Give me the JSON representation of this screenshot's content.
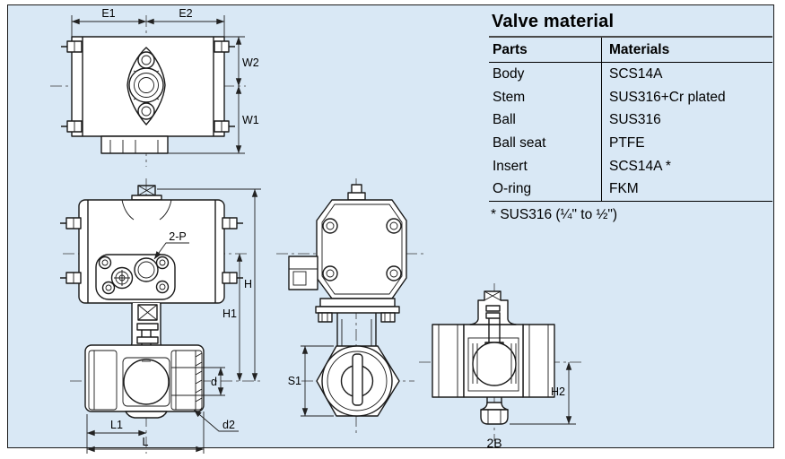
{
  "page": {
    "panel_background": "#d9e8f5",
    "line_color": "#1a1a1a",
    "description": "Pneumatic actuated ball valve dimensional drawing with material table"
  },
  "material_table": {
    "title": "Valve material",
    "col_parts": "Parts",
    "col_materials": "Materials",
    "rows": [
      {
        "part": "Body",
        "material": "SCS14A"
      },
      {
        "part": "Stem",
        "material": "SUS316+Cr plated"
      },
      {
        "part": "Ball",
        "material": "SUS316"
      },
      {
        "part": "Ball seat",
        "material": "PTFE"
      },
      {
        "part": "Insert",
        "material": "SCS14A *"
      },
      {
        "part": "O-ring",
        "material": "FKM"
      }
    ],
    "footnote": "* SUS316 (¼\" to ½\")"
  },
  "dimension_labels": {
    "top_view": {
      "e1": "E1",
      "e2": "E2",
      "w2": "W2",
      "w1": "W1"
    },
    "front_view": {
      "port": "2-P",
      "h": "H",
      "h1": "H1",
      "d": "d",
      "d2": "d2",
      "l1": "L1",
      "l": "L"
    },
    "side_view": {
      "s1": "S1"
    },
    "section_view": {
      "h2": "H2",
      "size": "2B"
    }
  }
}
